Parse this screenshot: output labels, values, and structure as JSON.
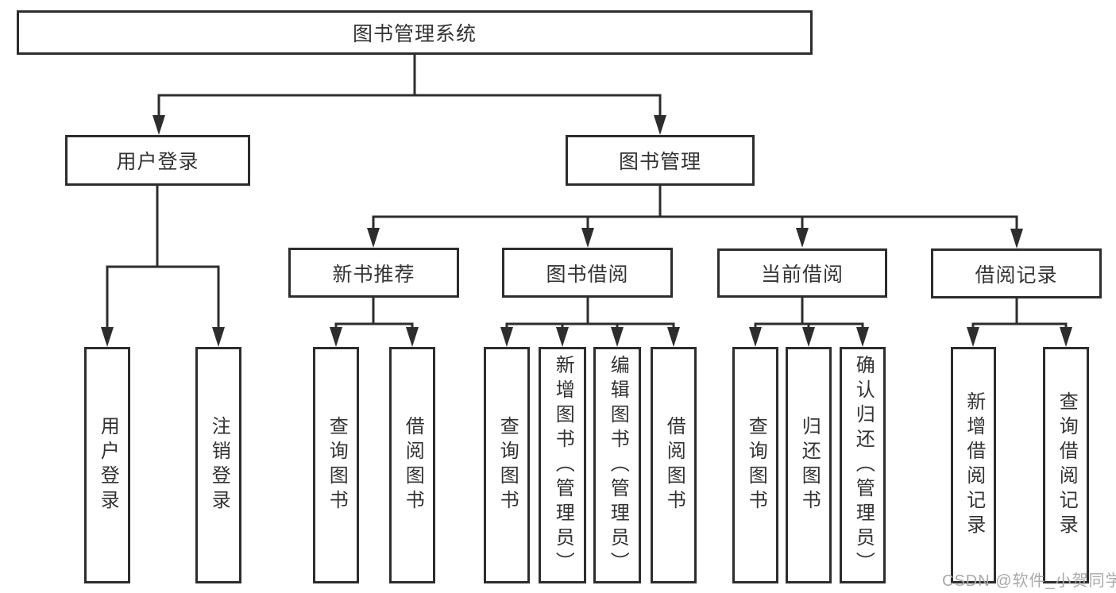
{
  "tree": {
    "root": {
      "label": "图书管理系统"
    },
    "branches": [
      {
        "label": "用户登录",
        "children": [
          {
            "label": "用户登录"
          },
          {
            "label": "注销登录"
          }
        ]
      },
      {
        "label": "图书管理",
        "children": [
          {
            "label": "新书推荐",
            "children": [
              {
                "label": "查询图书"
              },
              {
                "label": "借阅图书"
              }
            ]
          },
          {
            "label": "图书借阅",
            "children": [
              {
                "label": "查询图书"
              },
              {
                "label": "新增图书（管理员）"
              },
              {
                "label": "编辑图书（管理员）"
              },
              {
                "label": "借阅图书"
              }
            ]
          },
          {
            "label": "当前借阅",
            "children": [
              {
                "label": "查询图书"
              },
              {
                "label": "归还图书"
              },
              {
                "label": "确认归还（管理员）"
              }
            ]
          },
          {
            "label": "借阅记录",
            "children": [
              {
                "label": "新增借阅记录"
              },
              {
                "label": "查询借阅记录"
              }
            ]
          }
        ]
      }
    ]
  },
  "watermark": {
    "text": "CSDN @软件_小贺同学"
  },
  "colors": {
    "line": "#2d2d2d",
    "text": "#333333",
    "watermark": "#a9a9a9",
    "background": "#ffffff"
  }
}
